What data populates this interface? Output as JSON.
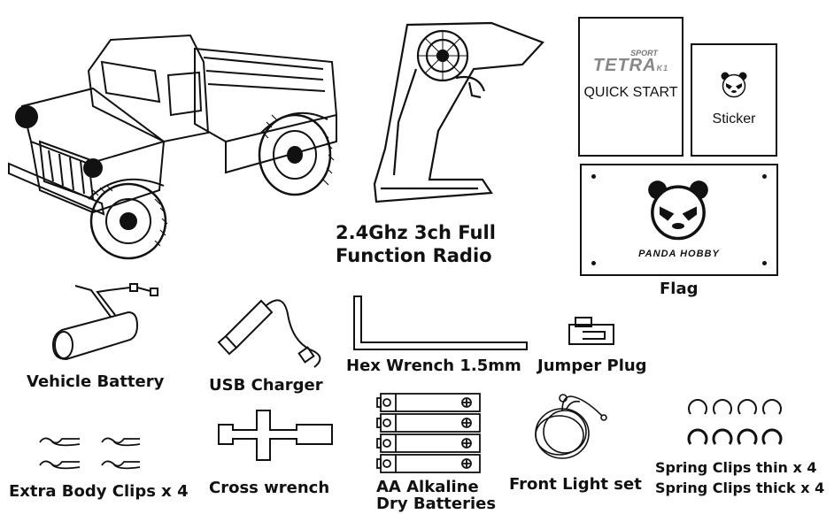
{
  "items": {
    "radio": {
      "label_line1": "2.4Ghz 3ch Full",
      "label_line2": "Function Radio"
    },
    "quick_start": {
      "logo_top": "SPORT",
      "logo_main": "TETRA",
      "logo_suffix": "K1",
      "label": "QUICK START"
    },
    "sticker": {
      "label": "Sticker"
    },
    "flag": {
      "brand": "PANDA HOBBY",
      "label": "Flag"
    },
    "vehicle_battery": {
      "label": "Vehicle Battery"
    },
    "usb_charger": {
      "label": "USB Charger"
    },
    "hex_wrench": {
      "label": "Hex Wrench 1.5mm"
    },
    "jumper_plug": {
      "label": "Jumper Plug"
    },
    "body_clips": {
      "label": "Extra Body Clips x 4"
    },
    "cross_wrench": {
      "label": "Cross wrench"
    },
    "aa_batteries": {
      "label_line1": "AA Alkaline",
      "label_line2": "Dry Batteries"
    },
    "front_light": {
      "label": "Front Light set"
    },
    "spring_clips": {
      "label_thin": "Spring Clips thin x 4",
      "label_thick": "Spring Clips thick x 4"
    }
  },
  "icons": [
    "truck-icon",
    "radio-transmitter-icon",
    "panda-face-icon",
    "battery-pack-icon",
    "usb-cable-icon",
    "hex-wrench-icon",
    "jumper-plug-icon",
    "body-clip-icon",
    "cross-wrench-icon",
    "aa-battery-icon",
    "light-wire-icon",
    "spring-clip-icon"
  ]
}
